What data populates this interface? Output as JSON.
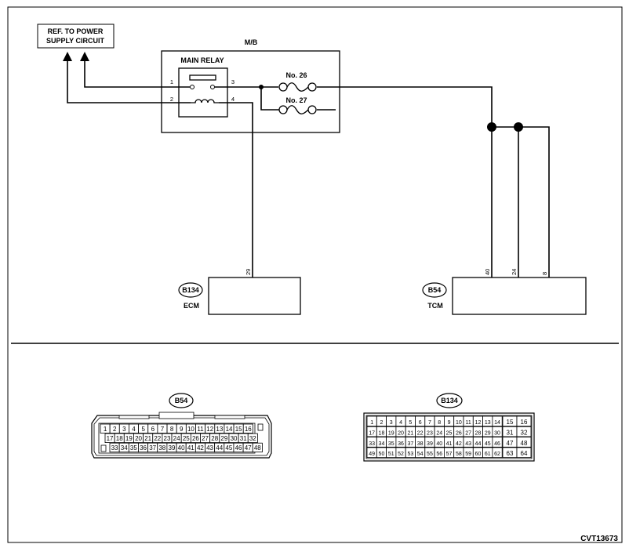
{
  "figure_id": "CVT13673",
  "ref_box": {
    "line1": "REF. TO POWER",
    "line2": "SUPPLY CIRCUIT"
  },
  "mb": {
    "label": "M/B",
    "relay_label": "MAIN RELAY",
    "relay_pins": [
      "1",
      "2",
      "3",
      "4"
    ],
    "fuses": [
      "No. 26",
      "No. 27"
    ]
  },
  "ecm": {
    "connector": "B134",
    "label": "ECM",
    "pins": [
      "29"
    ]
  },
  "tcm": {
    "connector": "B54",
    "label": "TCM",
    "pins": [
      "40",
      "24",
      "8"
    ]
  },
  "b54_connector": {
    "label": "B54",
    "rows": [
      [
        "1",
        "2",
        "3",
        "4",
        "5",
        "6",
        "7",
        "8",
        "9",
        "10",
        "11",
        "12",
        "13",
        "14",
        "15",
        "16"
      ],
      [
        "17",
        "18",
        "19",
        "20",
        "21",
        "22",
        "23",
        "24",
        "25",
        "26",
        "27",
        "28",
        "29",
        "30",
        "31",
        "32"
      ],
      [
        "33",
        "34",
        "35",
        "36",
        "37",
        "38",
        "39",
        "40",
        "41",
        "42",
        "43",
        "44",
        "45",
        "46",
        "47",
        "48"
      ]
    ]
  },
  "b134_connector": {
    "label": "B134",
    "rows": [
      [
        "1",
        "2",
        "3",
        "4",
        "5",
        "6",
        "7",
        "8",
        "9",
        "10",
        "11",
        "12",
        "13",
        "14"
      ],
      [
        "17",
        "18",
        "19",
        "20",
        "21",
        "22",
        "23",
        "24",
        "25",
        "26",
        "27",
        "28",
        "29",
        "30"
      ],
      [
        "33",
        "34",
        "35",
        "36",
        "37",
        "38",
        "39",
        "40",
        "41",
        "42",
        "43",
        "44",
        "45",
        "46"
      ],
      [
        "49",
        "50",
        "51",
        "52",
        "53",
        "54",
        "55",
        "56",
        "57",
        "58",
        "59",
        "60",
        "61",
        "62"
      ]
    ],
    "side_rows": [
      [
        "15",
        "16"
      ],
      [
        "31",
        "32"
      ],
      [
        "47",
        "48"
      ],
      [
        "63",
        "64"
      ]
    ]
  }
}
